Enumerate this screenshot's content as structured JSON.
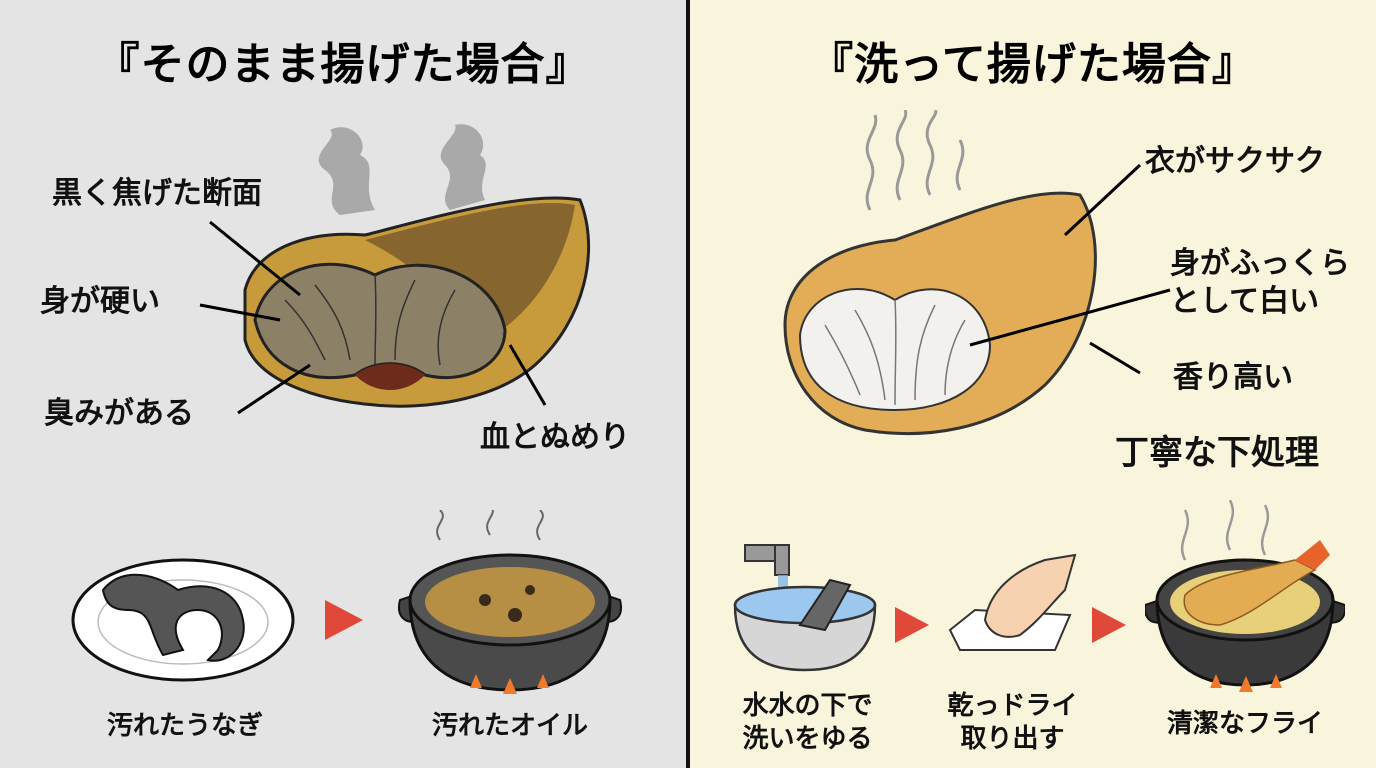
{
  "left": {
    "title": "『そのまま揚げた場合』",
    "labels": {
      "burnt": "黒く焦げた断面",
      "hard": "身が硬い",
      "smell": "臭みがある",
      "blood": "血とぬめり"
    },
    "steps": [
      {
        "caption": "汚れたうなぎ",
        "icon": "eel-on-plate-icon"
      },
      {
        "caption": "汚れたオイル",
        "icon": "dirty-oil-pot-icon"
      }
    ]
  },
  "right": {
    "title": "『洗って揚げた場合』",
    "labels": {
      "crispy": "衣がサクサク",
      "fluffy_1": "身がふっくら",
      "fluffy_2": "として白い",
      "aroma": "香り高い",
      "prep": "丁寧な下処理"
    },
    "steps": [
      {
        "caption_1": "水水の下で",
        "caption_2": "洗いをゆる",
        "icon": "wash-in-bowl-icon"
      },
      {
        "caption_1": "乾っドライ",
        "caption_2": "取り出す",
        "icon": "towel-dry-icon"
      },
      {
        "caption_1": "清潔なフライ",
        "icon": "clean-fry-pot-icon"
      }
    ]
  },
  "colors": {
    "left_bg": "#e4e4e4",
    "right_bg": "#f9f5dc",
    "arrow": "#e0493a",
    "divider": "#111111"
  }
}
